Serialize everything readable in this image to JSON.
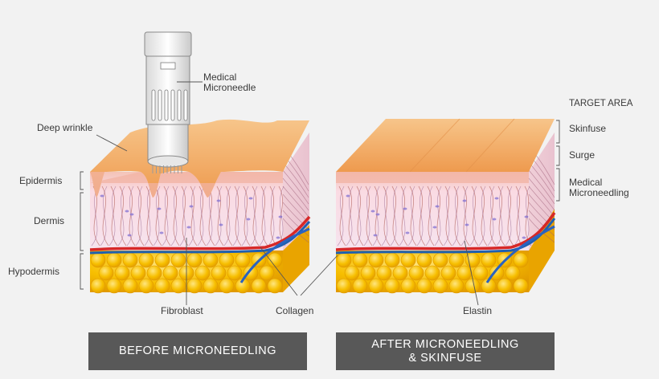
{
  "labels": {
    "medical_microneedle_1": "Medical",
    "medical_microneedle_2": "Microneedle",
    "deep_wrinkle": "Deep wrinkle",
    "epidermis": "Epidermis",
    "dermis": "Dermis",
    "hypodermis": "Hypodermis",
    "fibroblast": "Fibroblast",
    "collagen": "Collagen",
    "elastin": "Elastin"
  },
  "target_area": {
    "title": "TARGET AREA",
    "items": [
      "Skinfuse",
      "Surge",
      "Medical",
      "Microneedling"
    ]
  },
  "banners": {
    "before": "BEFORE MICRONEEDLING",
    "after_line1": "AFTER MICRONEEDLING",
    "after_line2": "& SKINFUSE"
  },
  "colors": {
    "background": "#f2f2f2",
    "skin_top": "#f0a55a",
    "epidermis_pink": "#f6c9c3",
    "dermis": "#f8e1ea",
    "fat": "#f5b800",
    "banner": "#585858"
  }
}
